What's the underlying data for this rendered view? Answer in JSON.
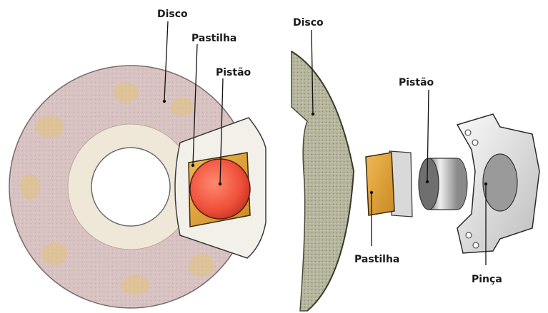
{
  "left_view": {
    "disc_label": "Disco",
    "pad_label": "Pastilha",
    "piston_label": "Pistão"
  },
  "right_view": {
    "disc_label": "Disco",
    "piston_label": "Pistão",
    "pad_label": "Pastilha",
    "caliper_label": "Pinça"
  },
  "colors": {
    "disc": "#d9c3c3",
    "hub": "#f1ece1",
    "pad": "#e6a942",
    "piston": "#f0563e",
    "caliper": "#e6e6e6",
    "disc_edge": "#8a8a78"
  }
}
